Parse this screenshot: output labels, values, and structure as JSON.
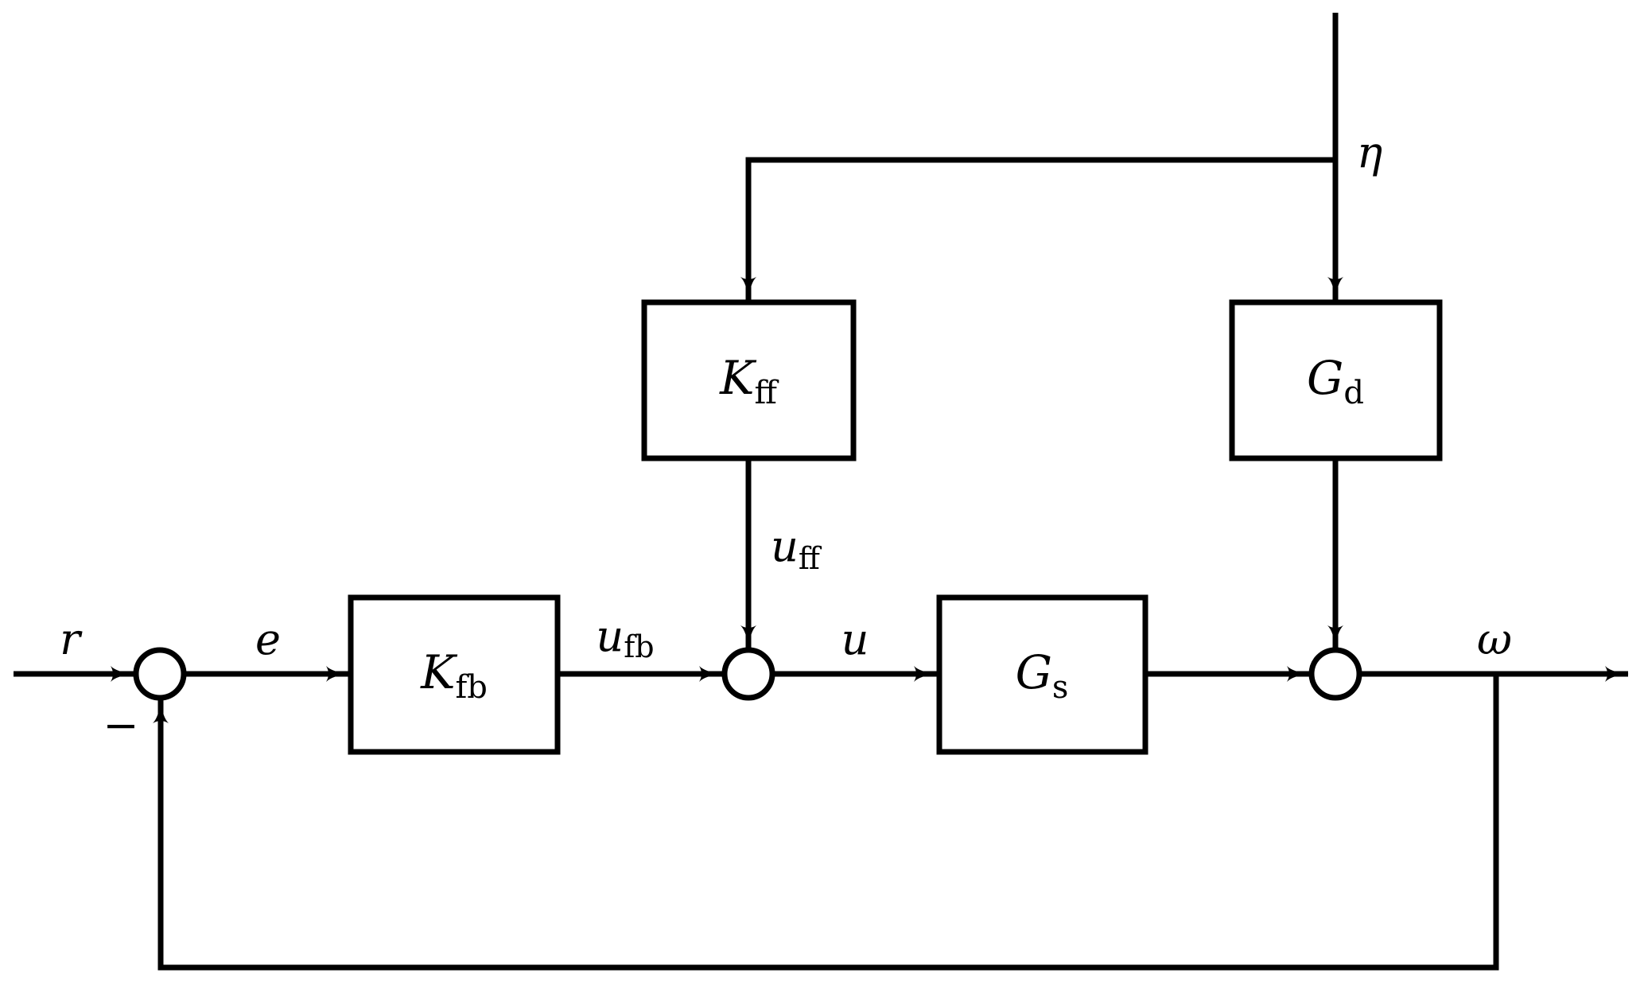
{
  "diagram": {
    "type": "control block diagram",
    "blocks": {
      "Kfb": {
        "main": "K",
        "sub": "fb"
      },
      "Kff": {
        "main": "K",
        "sub": "ff"
      },
      "Gs": {
        "main": "G",
        "sub": "s"
      },
      "Gd": {
        "main": "G",
        "sub": "d"
      }
    },
    "signals": {
      "r": {
        "main": "r",
        "sub": ""
      },
      "e": {
        "main": "e",
        "sub": ""
      },
      "ufb": {
        "main": "u",
        "sub": "fb"
      },
      "uff": {
        "main": "u",
        "sub": "ff"
      },
      "u": {
        "main": "u",
        "sub": ""
      },
      "omega": {
        "main": "ω",
        "sub": ""
      },
      "eta": {
        "main": "η",
        "sub": ""
      }
    },
    "feedback_sign": "−",
    "junctions": [
      "sum-error",
      "sum-control",
      "sum-output"
    ],
    "connections": [
      {
        "from": "r",
        "to": "sum-error"
      },
      {
        "from": "sum-error",
        "to": "Kfb",
        "label": "e"
      },
      {
        "from": "Kfb",
        "to": "sum-control",
        "label": "u_fb"
      },
      {
        "from": "eta",
        "to": "Kff"
      },
      {
        "from": "Kff",
        "to": "sum-control",
        "label": "u_ff"
      },
      {
        "from": "sum-control",
        "to": "Gs",
        "label": "u"
      },
      {
        "from": "eta",
        "to": "Gd"
      },
      {
        "from": "Gd",
        "to": "sum-output"
      },
      {
        "from": "Gs",
        "to": "sum-output"
      },
      {
        "from": "sum-output",
        "to": "output",
        "label": "ω"
      },
      {
        "from": "output",
        "to": "sum-error",
        "sign": "−"
      }
    ]
  }
}
